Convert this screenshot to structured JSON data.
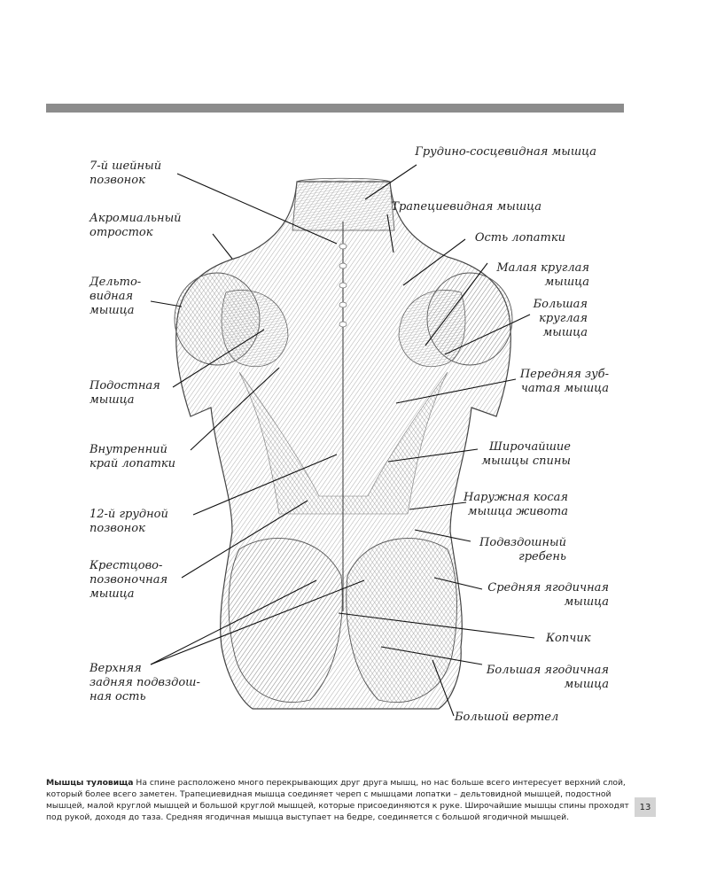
{
  "labels": {
    "c7": "7-й шейный\nпозвонок",
    "sternocleido": "Грудино-сосцевидная мышца",
    "acromion": "Акромиальный\nотросток",
    "trapezius": "Трапециевидная мышца",
    "spine_scapula": "Ость лопатки",
    "deltoid": "Дельто-\nвидная\nмышца",
    "teres_minor": "Малая круглая\nмышца",
    "teres_major": "Большая\nкруглая\nмышца",
    "infraspinatus": "Подостная\nмышца",
    "serratus": "Передняя зуб-\nчатая мышца",
    "medial_border": "Внутренний\nкрай лопатки",
    "latissimus": "Широчайшие\nмышцы спины",
    "t12": "12-й грудной\nпозвонок",
    "external_oblique": "Наружная косая\nмышца живота",
    "iliac_crest": "Подвздошный\nгребень",
    "erector": "Крестцово-\nпозвоночная\nмышца",
    "gluteus_medius": "Средняя ягодичная\nмышца",
    "coccyx": "Копчик",
    "psis": "Верхняя\nзадняя подвздош-\nная ость",
    "gluteus_maximus": "Большая ягодичная\nмышца",
    "trochanter": "Большой вертел"
  },
  "caption": {
    "title": "Мышцы туловища",
    "text": " На спине расположено много перекрывающих друг друга мышц, но нас больше всего интересует верхний слой, который более всего заметен. Трапециевидная мышца соединяет череп с мышцами лопатки – дельтовидной мышцей, подостной мышцей, малой круглой мышцей и большой круглой мышцей, которые присоединяются к руке. Широчайшие мышцы спины проходят под рукой, доходя до таза. Средняя ягодичная мышца выступает на бедре, соединяется с большой ягодичной мышцей."
  },
  "page_number": "13"
}
